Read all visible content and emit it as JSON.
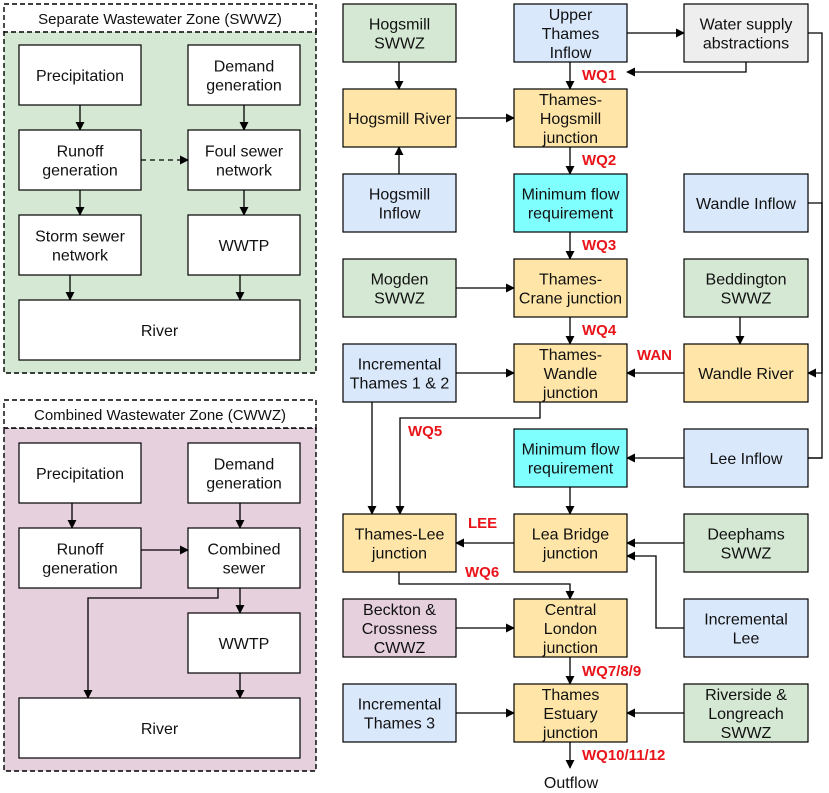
{
  "colors": {
    "zone_swwz": "#d5e8d4",
    "zone_cwwz": "#e6d0de",
    "white": "#ffffff",
    "green": "#d5e8d4",
    "blue": "#dae8fc",
    "yellow": "#fff2cc",
    "yellow_stroke": "#d6b656",
    "orange": "#ffe6a8",
    "cyan": "#80ffff",
    "grey": "#eeeeee",
    "pink": "#e6d0de",
    "wq_red": "#e8141a"
  },
  "zones": {
    "swwz": {
      "title": "Separate Wastewater Zone (SWWZ)"
    },
    "cwwz": {
      "title": "Combined Wastewater Zone (CWWZ)"
    }
  },
  "nodes": {
    "s_precip": [
      "Precipitation"
    ],
    "s_demand": [
      "Demand",
      "generation"
    ],
    "s_runoff": [
      "Runoff",
      "generation"
    ],
    "s_foul": [
      "Foul sewer",
      "network"
    ],
    "s_storm": [
      "Storm sewer",
      "network"
    ],
    "s_wwtp": [
      "WWTP"
    ],
    "s_river": [
      "River"
    ],
    "c_precip": [
      "Precipitation"
    ],
    "c_demand": [
      "Demand",
      "generation"
    ],
    "c_runoff": [
      "Runoff",
      "generation"
    ],
    "c_combined": [
      "Combined",
      "sewer"
    ],
    "c_wwtp": [
      "WWTP"
    ],
    "c_river": [
      "River"
    ],
    "hogsmill_swwz": [
      "Hogsmill",
      "SWWZ"
    ],
    "upper_thames": [
      "Upper",
      "Thames",
      "Inflow"
    ],
    "water_supply": [
      "Water supply",
      "abstractions"
    ],
    "hogsmill_river": [
      "Hogsmill River"
    ],
    "thames_hogsmill": [
      "Thames-",
      "Hogsmill",
      "junction"
    ],
    "hogsmill_inflow": [
      "Hogsmill",
      "Inflow"
    ],
    "min_flow_1": [
      "Minimum flow",
      "requirement"
    ],
    "wandle_inflow": [
      "Wandle Inflow"
    ],
    "mogden": [
      "Mogden",
      "SWWZ"
    ],
    "thames_crane": [
      "Thames-",
      "Crane junction"
    ],
    "beddington": [
      "Beddington",
      "SWWZ"
    ],
    "incr_thames_12": [
      "Incremental",
      "Thames 1 & 2"
    ],
    "thames_wandle": [
      "Thames-",
      "Wandle",
      "junction"
    ],
    "wandle_river": [
      "Wandle River"
    ],
    "min_flow_2": [
      "Minimum flow",
      "requirement"
    ],
    "lee_inflow": [
      "Lee Inflow"
    ],
    "thames_lee": [
      "Thames-Lee",
      "junction"
    ],
    "lea_bridge": [
      "Lea Bridge",
      "junction"
    ],
    "deephams": [
      "Deephams",
      "SWWZ"
    ],
    "beckton": [
      "Beckton &",
      "Crossness",
      "CWWZ"
    ],
    "central_london": [
      "Central",
      "London",
      "junction"
    ],
    "incr_lee": [
      "Incremental",
      "Lee"
    ],
    "incr_thames_3": [
      "Incremental",
      "Thames 3"
    ],
    "thames_estuary": [
      "Thames",
      "Estuary",
      "junction"
    ],
    "riverside": [
      "Riverside &",
      "Longreach",
      "SWWZ"
    ]
  },
  "edge_labels": {
    "wq1": "WQ1",
    "wq2": "WQ2",
    "wq3": "WQ3",
    "wq4": "WQ4",
    "wan": "WAN",
    "wq5": "WQ5",
    "lee": "LEE",
    "wq6": "WQ6",
    "wq789": "WQ7/8/9",
    "wq101112": "WQ10/11/12"
  },
  "outflow": "Outflow"
}
